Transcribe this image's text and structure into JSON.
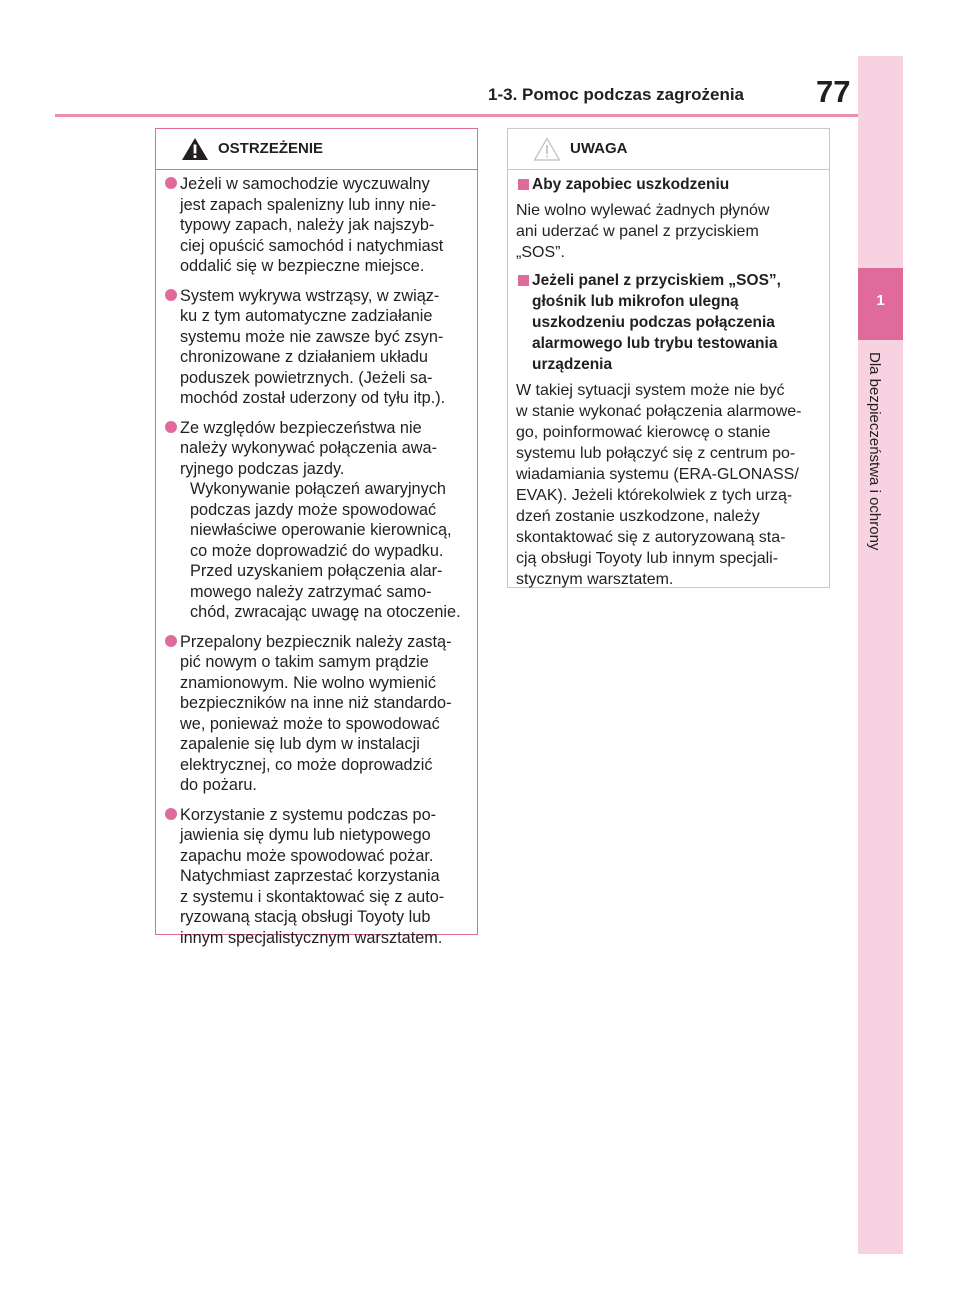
{
  "header": {
    "title": "1-3. Pomoc podczas zagrożenia",
    "page_number": "77"
  },
  "side_tab": {
    "number": "1",
    "label": "Dla bezpieczeństwa i ochrony"
  },
  "warning": {
    "title": "OSTRZEŻENIE",
    "icon": "warning-triangle-icon",
    "items": [
      {
        "lines": [
          "Jeżeli w samochodzie wyczuwalny",
          "jest zapach spalenizny lub inny nie-",
          "typowy zapach, należy jak najszyb-",
          "ciej opuścić samochód i natychmiast",
          "oddalić się w bezpieczne miejsce."
        ]
      },
      {
        "lines": [
          "System wykrywa wstrząsy, w związ-",
          "ku z tym automatyczne zadziałanie",
          "systemu może nie zawsze być zsyn-",
          "chronizowane z działaniem układu",
          "poduszek powietrznych. (Jeżeli sa-",
          "mochód został uderzony od tyłu itp.)."
        ]
      },
      {
        "lines": [
          "Ze względów bezpieczeństwa nie",
          "należy wykonywać połączenia awa-",
          "ryjnego podczas jazdy."
        ],
        "indent_lines": [
          "Wykonywanie połączeń awaryjnych",
          "podczas jazdy może spowodować",
          "niewłaściwe operowanie kierownicą,",
          "co może doprowadzić do wypadku.",
          "Przed uzyskaniem połączenia alar-",
          "mowego należy zatrzymać samo-",
          "chód, zwracając uwagę na otoczenie."
        ]
      },
      {
        "lines": [
          "Przepalony bezpiecznik należy zastą-",
          "pić nowym o takim samym prądzie",
          "znamionowym. Nie wolno wymienić",
          "bezpieczników na inne niż standardo-",
          "we, ponieważ może to spowodować",
          "zapalenie się lub dym w instalacji",
          "elektrycznej, co może doprowadzić",
          "do pożaru."
        ]
      },
      {
        "lines": [
          "Korzystanie z systemu podczas po-",
          "jawienia się dymu lub nietypowego",
          "zapachu może spowodować pożar.",
          "Natychmiast zaprzestać korzystania",
          "z systemu i skontaktować się z auto-",
          "ryzowaną stacją obsługi Toyoty lub",
          "innym specjalistycznym warsztatem."
        ]
      }
    ]
  },
  "notice": {
    "title": "UWAGA",
    "icon": "caution-triangle-icon",
    "sections": [
      {
        "heading": [
          "Aby zapobiec uszkodzeniu"
        ],
        "text": [
          "Nie wolno wylewać żadnych płynów",
          "ani uderzać w panel z przyciskiem",
          "„SOS”."
        ]
      },
      {
        "heading": [
          "Jeżeli panel z przyciskiem „SOS”,",
          "głośnik lub mikrofon ulegną",
          "uszkodzeniu podczas połączenia",
          "alarmowego lub trybu testowania",
          "urządzenia"
        ],
        "text": [
          "W takiej sytuacji system może nie być",
          "w stanie wykonać połączenia alarmowe-",
          "go, poinformować kierowcę o stanie",
          "systemu lub połączyć się z centrum po-",
          "wiadamiania systemu (ERA-GLONASS/",
          "EVAK). Jeżeli którekolwiek z tych urzą-",
          "dzeń zostanie uszkodzone, należy",
          "skontaktować się z autoryzowaną sta-",
          "cją obsługi Toyoty lub innym specjali-",
          "stycznym warsztatem."
        ]
      }
    ]
  },
  "colors": {
    "accent": "#e06a9c",
    "tab_light": "#f7d2e1",
    "rule": "#e88fb1"
  }
}
